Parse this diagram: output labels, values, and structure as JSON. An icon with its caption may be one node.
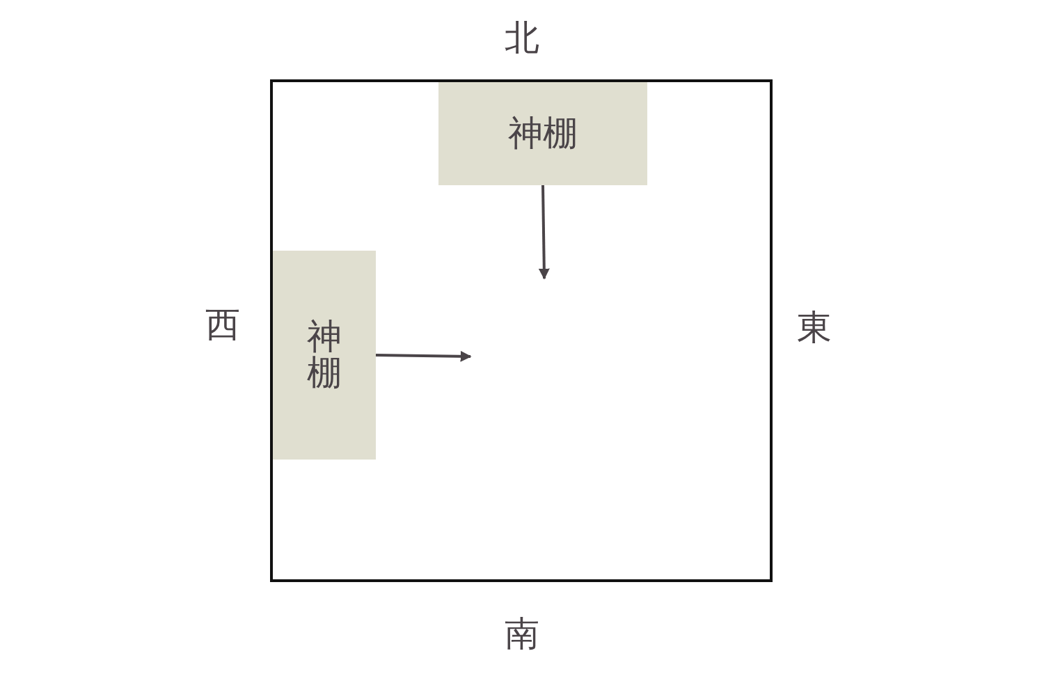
{
  "diagram": {
    "nodes": [
      {
        "text": [],
        "shape": "box"
      },
      {
        "text": [
          "神棚"
        ],
        "in": 0
      },
      {
        "text": [
          "神棚"
        ],
        "in": 0
      }
    ],
    "edges": [
      {
        "from": 1,
        "to": null,
        "arrow": "to"
      },
      {
        "from": 2,
        "to": null,
        "arrow": "to"
      }
    ],
    "labels": [
      "北",
      "西",
      "東",
      "南"
    ]
  }
}
